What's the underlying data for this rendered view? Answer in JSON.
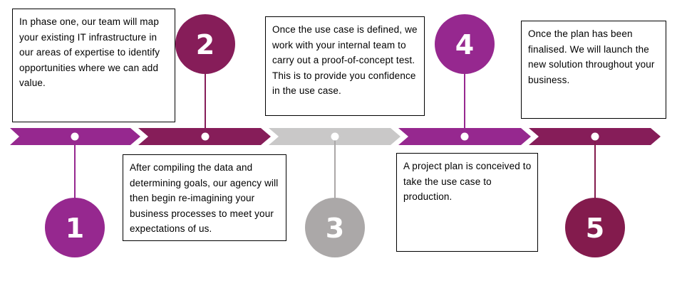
{
  "colors": {
    "purple_light": "#96288F",
    "purple_dark": "#861D59",
    "grey": "#C9C8C8",
    "grey_circle": "#ABA8A8",
    "wine": "#831B4D"
  },
  "steps": [
    {
      "number": "1",
      "text": "In phase one, our team will map your existing IT infrastructure in our areas of expertise to identify opportunities where we can add value."
    },
    {
      "number": "2",
      "text": "After compiling the data and determining goals, our agency will then begin re-imagining your business processes to meet your expectations of us."
    },
    {
      "number": "3",
      "text": "Once the use case is defined, we work with your internal team to carry out a proof-of-concept test. This is to provide you confidence in the use case."
    },
    {
      "number": "4",
      "text": "A project plan is conceived to take the use case to production."
    },
    {
      "number": "5",
      "text": "Once the plan has been finalised. We will launch the new solution throughout your business."
    }
  ]
}
